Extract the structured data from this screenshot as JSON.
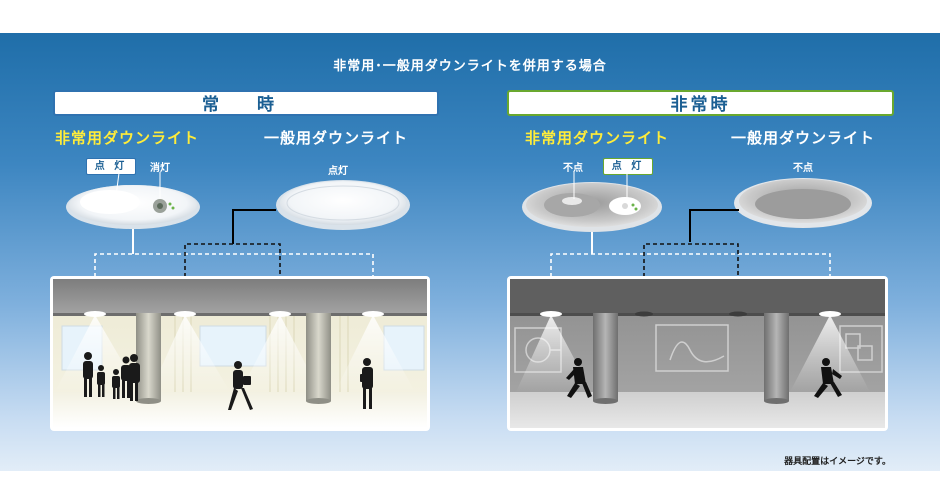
{
  "title": "非常用･一般用ダウンライトを併用する場合",
  "note": "器具配置はイメージです。",
  "normal": {
    "mode_label": "常 時",
    "emergency_label": "非常用ダウンライト",
    "general_label": "一般用ダウンライト",
    "tag_on": "点 灯",
    "tag_off": "消灯",
    "tag_general": "点灯"
  },
  "emergency": {
    "mode_label": "非常時",
    "emergency_label": "非常用ダウンライト",
    "general_label": "一般用ダウンライト",
    "tag_off": "不点",
    "tag_on": "点 灯",
    "tag_general": "不点"
  },
  "colors": {
    "accent_blue": "#2f72b0",
    "accent_green": "#69a82f",
    "label_yellow": "#ffec3a"
  }
}
